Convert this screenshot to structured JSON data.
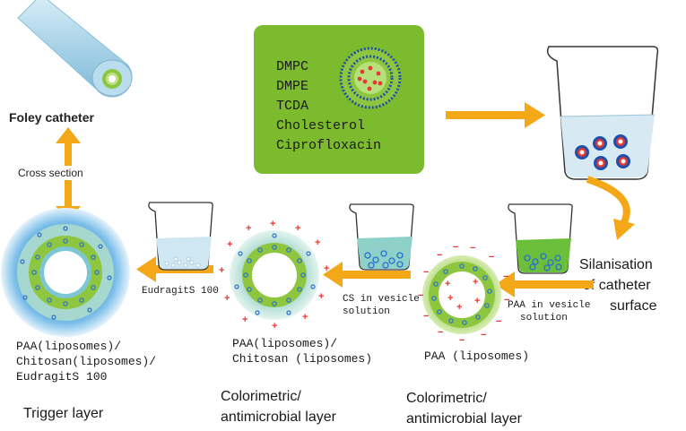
{
  "labels": {
    "foley": "Foley catheter",
    "cross_section": "Cross section",
    "silanisation_1": "Silanisation",
    "silanisation_2": "of catheter",
    "silanisation_3": "surface",
    "paa_vesicle_1": "PAA in vesicle",
    "paa_vesicle_2": "solution",
    "cs_vesicle_1": "CS in vesicle",
    "cs_vesicle_2": "solution",
    "eudragit": "EudragitS 100",
    "ring3_1": "PAA(liposomes)/",
    "ring3_2": "Chitosan(liposomes)/",
    "ring3_3": "EudragitS 100",
    "ring2_1": "PAA(liposomes)/",
    "ring2_2": "Chitosan (liposomes)",
    "ring1": "PAA (liposomes)",
    "trigger": "Trigger layer",
    "colorimetric_a_1": "Colorimetric/",
    "colorimetric_a_2": "antimicrobial layer",
    "colorimetric_b_1": "Colorimetric/",
    "colorimetric_b_2": "antimicrobial layer"
  },
  "composition": [
    "DMPC",
    "DMPE",
    "TCDA",
    "Cholesterol",
    "Ciprofloxacin"
  ],
  "colors": {
    "arrow": "#f5a817",
    "green_box": "#7dbb2e",
    "ring_green": "#8ec63f",
    "ring_teal": "#a9d8cf",
    "trigger_blue": "#4fa3df",
    "liposome_blue": "#2a6fcf",
    "charge_red": "#e53935",
    "beaker_water": "#cfe7f2",
    "beaker_teal": "#8ed1c9",
    "beaker_green": "#6cbf3a"
  }
}
